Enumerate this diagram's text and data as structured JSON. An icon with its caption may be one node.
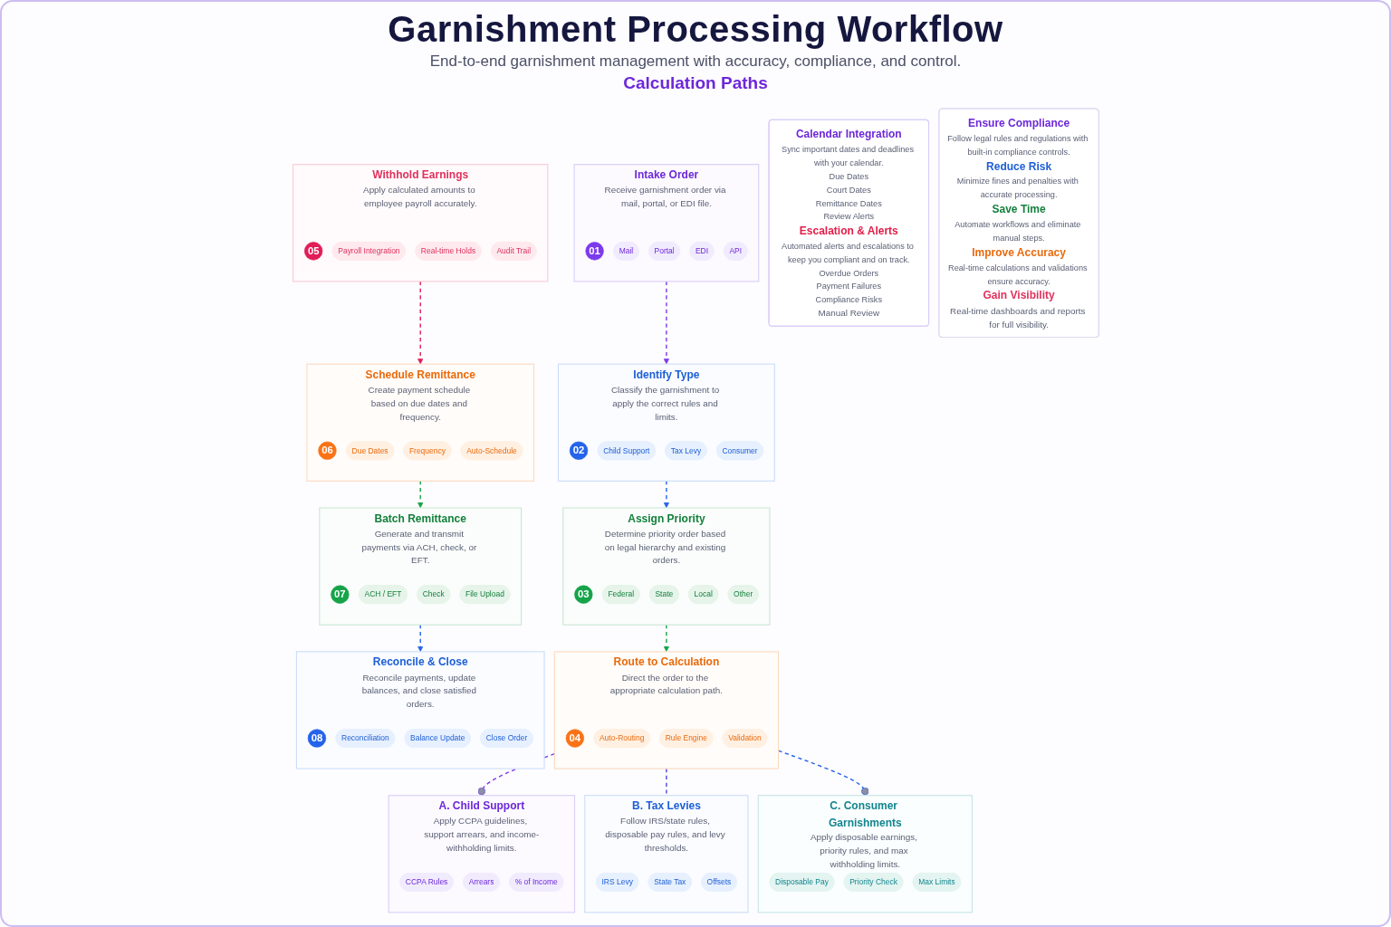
{
  "diagram": {
    "title": "Garnishment Processing Workflow",
    "nodes": [
      {
        "text": [
          "Intake Order",
          "Receive garnishment order via mail, portal, or EDI file."
        ]
      },
      {
        "text": [
          "01"
        ],
        "in": 0
      },
      {
        "text": [
          "Mail"
        ],
        "in": 0
      },
      {
        "text": [
          "Portal"
        ],
        "in": 0
      },
      {
        "text": [
          "EDI"
        ],
        "in": 0
      },
      {
        "text": [
          "API"
        ],
        "in": 0
      },
      {
        "text": [
          "Identify Type",
          "Classify the garnishment to apply the correct rules and limits."
        ]
      },
      {
        "text": [
          "02"
        ],
        "in": 6
      },
      {
        "text": [
          "Child Support"
        ],
        "in": 6
      },
      {
        "text": [
          "Tax Levy"
        ],
        "in": 6
      },
      {
        "text": [
          "Consumer"
        ],
        "in": 6
      },
      {
        "text": [
          "Assign Priority",
          "Determine priority order based on legal hierarchy and existing orders."
        ]
      },
      {
        "text": [
          "03"
        ],
        "in": 11
      },
      {
        "text": [
          "Federal"
        ],
        "in": 11
      },
      {
        "text": [
          "State"
        ],
        "in": 11
      },
      {
        "text": [
          "Local"
        ],
        "in": 11
      },
      {
        "text": [
          "Other"
        ],
        "in": 11
      },
      {
        "text": [
          "Route to Calculation",
          "Direct the order to the appropriate calculation path."
        ]
      },
      {
        "text": [
          "04"
        ],
        "in": 17
      },
      {
        "text": [
          "Auto-Routing"
        ],
        "in": 17
      },
      {
        "text": [
          "Rule Engine"
        ],
        "in": 17
      },
      {
        "text": [
          "Validation"
        ],
        "in": 17
      },
      {
        "text": [
          "A. Child Support",
          "Apply CCPA guidelines, support arrears, and income-withholding limits."
        ]
      },
      {
        "text": [
          "CCPA Rules"
        ],
        "in": 22
      },
      {
        "text": [
          "Arrears"
        ],
        "in": 22
      },
      {
        "text": [
          "% of Income"
        ],
        "in": 22
      },
      {
        "text": [
          "B. Tax Levies",
          "Follow IRS/state rules, disposable pay rules, and levy thresholds."
        ]
      },
      {
        "text": [
          "IRS Levy"
        ],
        "in": 26
      },
      {
        "text": [
          "State Tax"
        ],
        "in": 26
      },
      {
        "text": [
          "Offsets"
        ],
        "in": 26
      },
      {
        "text": [
          "C. Consumer Garnishments",
          "Apply disposable earnings, priority rules, and max withholding limits."
        ]
      },
      {
        "text": [
          "Disposable Pay"
        ],
        "in": 30
      },
      {
        "text": [
          "Priority Check"
        ],
        "in": 30
      },
      {
        "text": [
          "Max Limits"
        ],
        "in": 30
      },
      {
        "text": [
          "Withhold Earnings",
          "Apply calculated amounts to employee payroll accurately."
        ]
      },
      {
        "text": [
          "05"
        ],
        "in": 34
      },
      {
        "text": [
          "Payroll Integration"
        ],
        "in": 34
      },
      {
        "text": [
          "Real-time Holds"
        ],
        "in": 34
      },
      {
        "text": [
          "Audit Trail"
        ],
        "in": 34
      },
      {
        "text": [
          "Schedule Remittance",
          "Create payment schedule based on due dates and frequency."
        ]
      },
      {
        "text": [
          "06"
        ],
        "in": 39
      },
      {
        "text": [
          "Due Dates"
        ],
        "in": 39
      },
      {
        "text": [
          "Frequency"
        ],
        "in": 39
      },
      {
        "text": [
          "Auto-Schedule"
        ],
        "in": 39
      },
      {
        "text": [
          "Batch Remittance",
          "Generate and transmit payments via ACH, check, or EFT."
        ]
      },
      {
        "text": [
          "07"
        ],
        "in": 44
      },
      {
        "text": [
          "ACH / EFT"
        ],
        "in": 44
      },
      {
        "text": [
          "Check"
        ],
        "in": 44
      },
      {
        "text": [
          "File Upload"
        ],
        "in": 44
      },
      {
        "text": [
          "Reconcile & Close",
          "Reconcile payments, update balances, and close satisfied orders."
        ]
      },
      {
        "text": [
          "08"
        ],
        "in": 49
      },
      {
        "text": [
          "Reconciliation"
        ],
        "in": 49
      },
      {
        "text": [
          "Balance Update"
        ],
        "in": 49
      },
      {
        "text": [
          "Close Order"
        ],
        "in": 49
      },
      {
        "text": [
          "Calendar Integration",
          "Sync important dates and deadlines with your calendar.",
          "Due Dates",
          "Court Dates",
          "Remittance Dates",
          "Review Alerts",
          "Escalation & Alerts",
          "Automated alerts and escalations to keep you compliant and on track.",
          "Overdue Orders",
          "Payment Failures",
          "Compliance Risks",
          "Manual Review"
        ]
      },
      {
        "text": [
          "Ensure Compliance",
          "Follow legal rules and regulations with built-in compliance controls.",
          "Reduce Risk",
          "Minimize fines and penalties with accurate processing.",
          "Save Time",
          "Automate workflows and eliminate manual steps.",
          "Improve Accuracy",
          "Real-time calculations and validations ensure accuracy.",
          "Gain Visibility",
          "Real-time dashboards and reports for full visibility."
        ]
      }
    ],
    "edges": [
      {
        "from": 0,
        "to": 6,
        "arrow": "to",
        "style": "dashed",
        "color": "#7c3aed"
      },
      {
        "from": 6,
        "to": 11,
        "arrow": "to",
        "style": "dashed",
        "color": "#2563eb"
      },
      {
        "from": 11,
        "to": 17,
        "arrow": "to",
        "style": "dashed",
        "color": "#16a34a"
      },
      {
        "from": 17,
        "to": 22,
        "arrow": "other",
        "style": "dashed",
        "color": "#7c3aed"
      },
      {
        "from": 17,
        "to": 26,
        "arrow": "none",
        "style": "dashed",
        "color": "#4f46e5"
      },
      {
        "from": 17,
        "to": 30,
        "arrow": "other",
        "style": "dashed",
        "color": "#2563eb"
      },
      {
        "from": 34,
        "to": 39,
        "arrow": "to",
        "style": "dashed",
        "color": "#e11d58"
      },
      {
        "from": 39,
        "to": 44,
        "arrow": "to",
        "style": "dashed",
        "color": "#16a34a"
      },
      {
        "from": 44,
        "to": 49,
        "arrow": "to",
        "style": "dashed",
        "color": "#2563eb"
      }
    ],
    "labels": [
      "End-to-end garnishment management with accuracy, compliance, and control.",
      "Calculation Paths"
    ]
  }
}
